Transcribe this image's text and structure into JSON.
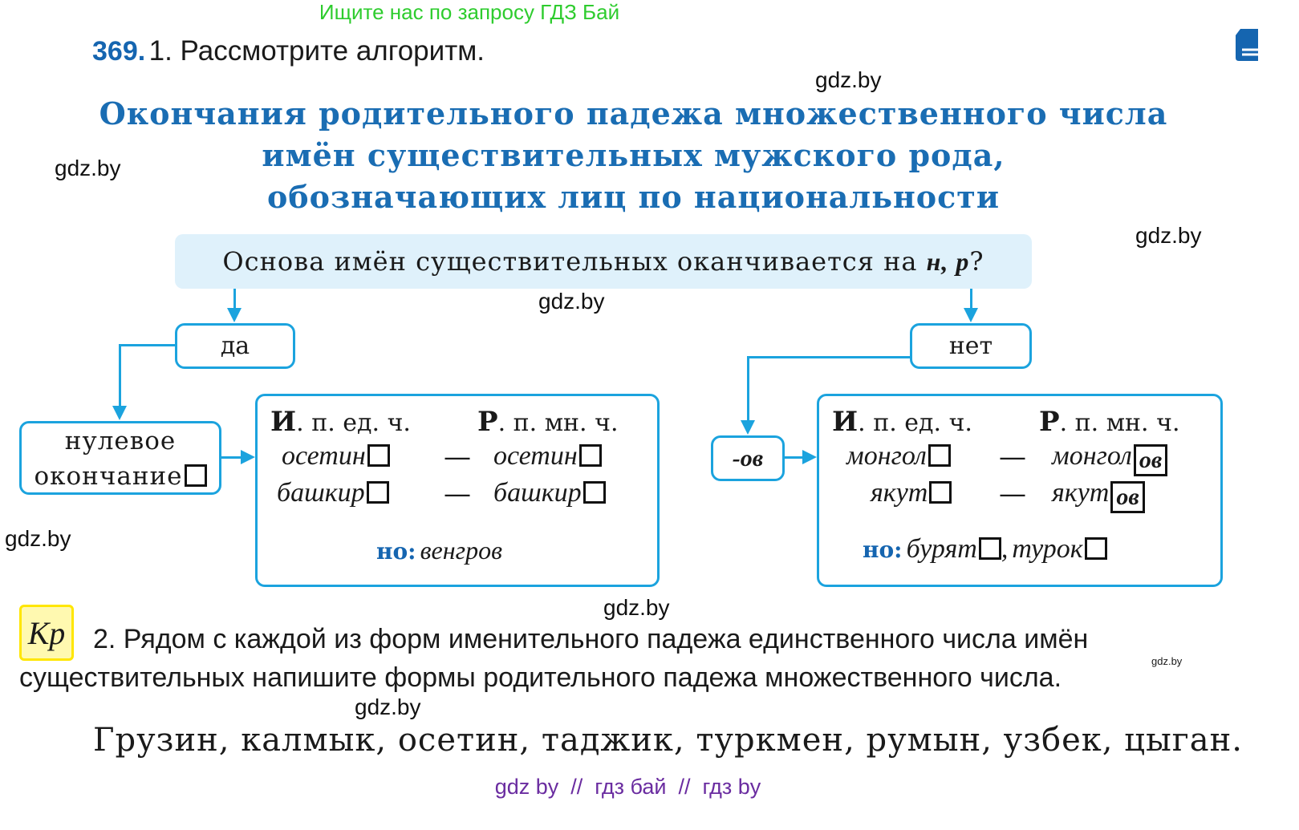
{
  "banner": "Ищите нас по запросу ГДЗ Бай",
  "watermarks": [
    "gdz.by",
    "gdz.by",
    "gdz.by",
    "gdz.by",
    "gdz.by",
    "gdz.by",
    "gdz.by",
    "gdz.by"
  ],
  "exercise": {
    "number": "369.",
    "task1": "1. Рассмотрите алгоритм.",
    "title_lines": [
      "Окончания родительного падежа множественного числа",
      "имён существительных мужского рода,",
      "обозначающих лиц по национальности"
    ]
  },
  "diagram": {
    "question": "Основа имён существительных оканчивается на",
    "question_letters": "н, р",
    "question_mark": "?",
    "yes": "да",
    "no": "нет",
    "zero_ending_line1": "нулевое",
    "zero_ending_line2": "окончание",
    "ov_label": "-ов",
    "left_table": {
      "col1": {
        "bold": "И",
        "rest": ". п. ед. ч."
      },
      "col2": {
        "bold": "Р",
        "rest": ". п. мн. ч."
      },
      "rows": [
        {
          "sg": "осетин",
          "dash": "—",
          "pl": "осетин"
        },
        {
          "sg": "башкир",
          "dash": "—",
          "pl": "башкир"
        }
      ],
      "exception_label": "но:",
      "exception": "венгров"
    },
    "right_table": {
      "col1": {
        "bold": "И",
        "rest": ". п. ед. ч."
      },
      "col2": {
        "bold": "Р",
        "rest": ". п. мн. ч."
      },
      "rows": [
        {
          "sg": "монгол",
          "dash": "—",
          "pl": "монгол",
          "ending": "ов"
        },
        {
          "sg": "якут",
          "dash": "—",
          "pl": "якут",
          "ending": "ов"
        }
      ],
      "exception_label": "но:",
      "exception1": "бурят",
      "comma": ",",
      "exception2": "турок"
    }
  },
  "task2": {
    "badge": "Кр",
    "line1": "2. Рядом с каждой из форм именительного падежа единственного числа имён",
    "line2": "существительных напишите формы родительного падежа множественного числа.",
    "words": "Грузин, калмык, осетин, таджик, туркмен, румын, узбек, цыган."
  },
  "footer": "gdz by  //  гдз бай  //  гдз by",
  "colors": {
    "accent_blue": "#1565b0",
    "line_blue": "#1ba3de",
    "banner_green": "#2ecc2e",
    "footer_purple": "#6a2ca0",
    "question_bg": "#dff1fb"
  }
}
